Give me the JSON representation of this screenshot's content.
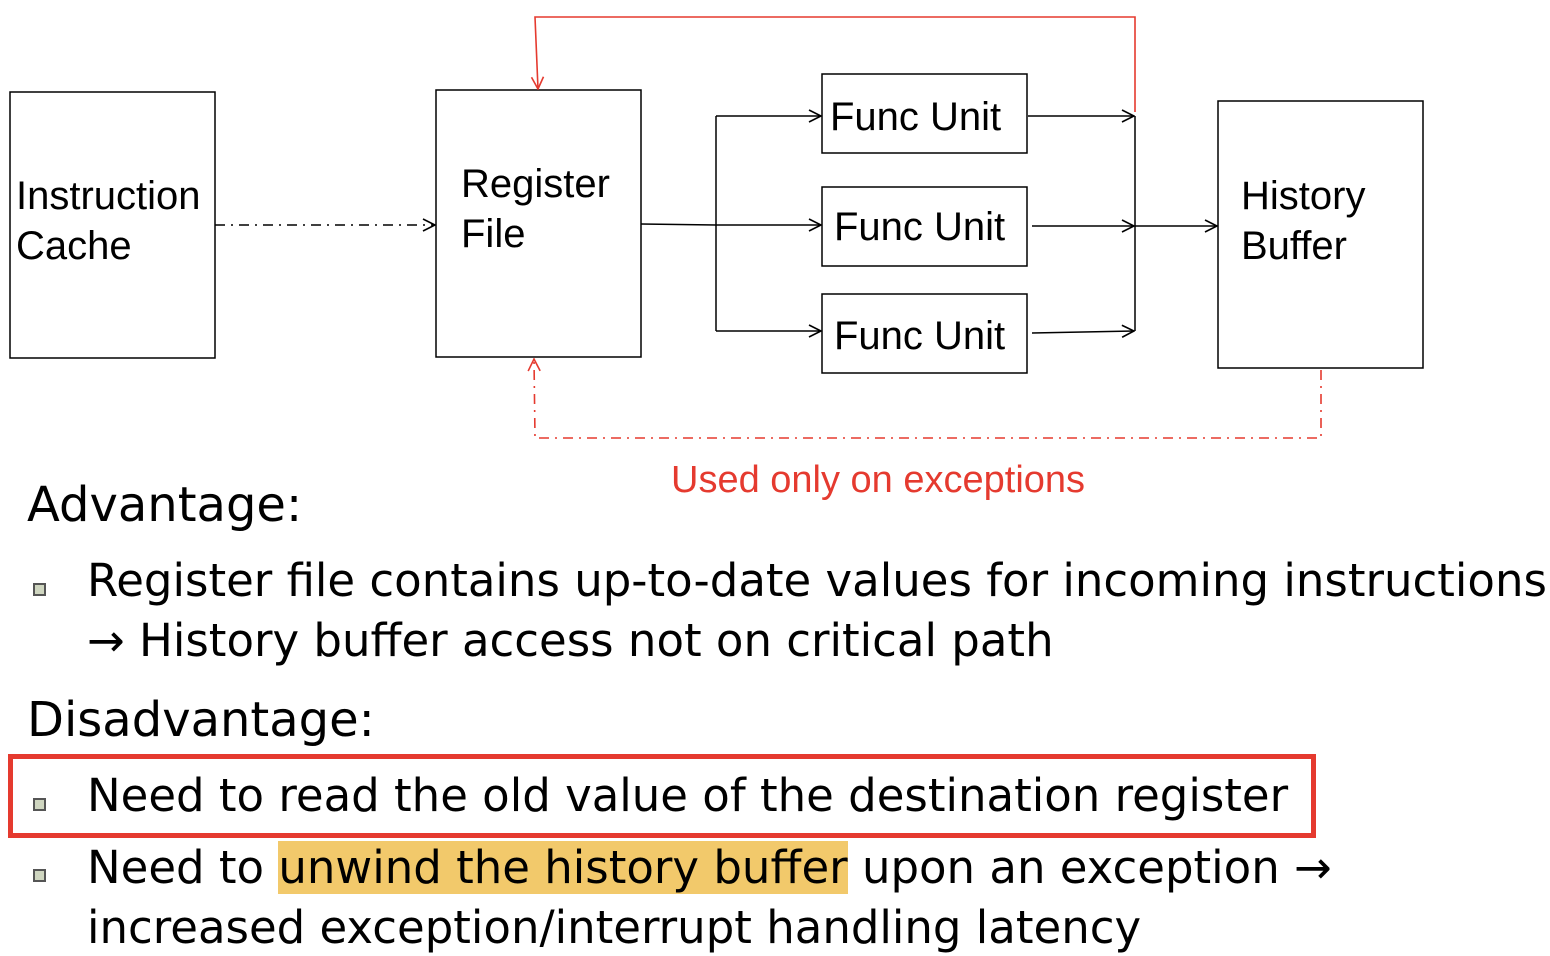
{
  "diagram": {
    "instruction_cache": "Instruction\nCache",
    "register_file": "Register\nFile",
    "func_unit": "Func Unit",
    "history_buffer": "History\nBuffer",
    "exception_note": "Used only on exceptions",
    "colors": {
      "red": "#e53a2f",
      "box_border": "#000000"
    }
  },
  "text": {
    "advantage_heading": "Advantage:",
    "advantage_line1": "Register file contains up-to-date values for incoming instructions",
    "advantage_line2": "→ History buffer access not on critical path",
    "disadvantage_heading": "Disadvantage:",
    "disadvantage1": "Need to read the old value of the destination register",
    "disadvantage2_pre": "Need to ",
    "disadvantage2_highlight": "unwind the history buffer",
    "disadvantage2_post": " upon an exception →",
    "disadvantage2_line2": "increased exception/interrupt handling latency",
    "highlight_color": "#f2c96b"
  }
}
